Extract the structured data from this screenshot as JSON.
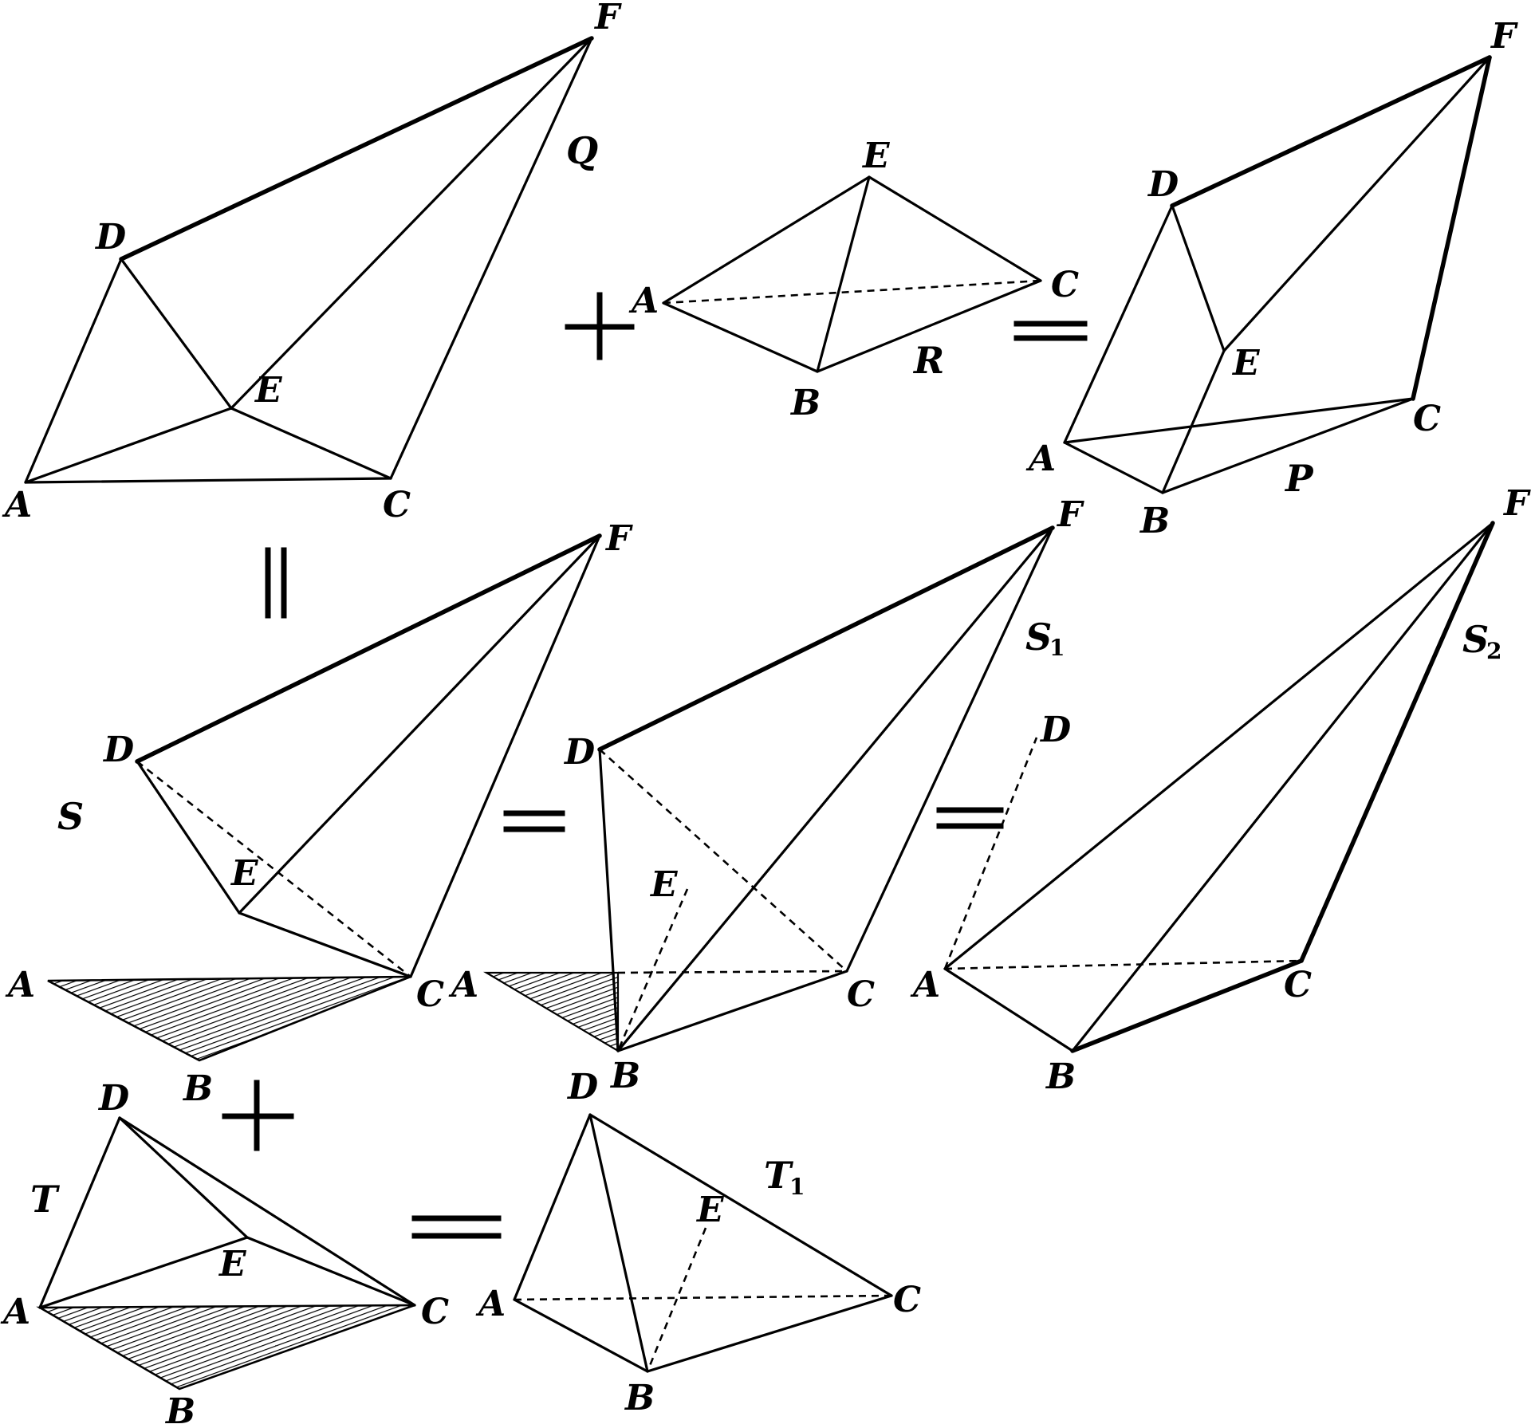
{
  "vertex_labels": {
    "A": "A",
    "B": "B",
    "C": "C",
    "D": "D",
    "E": "E",
    "F": "F"
  },
  "solid_names": {
    "Q": "Q",
    "R": "R",
    "P": "P",
    "S": "S",
    "S1": "S",
    "S1_sub": "1",
    "S2": "S",
    "S2_sub": "2",
    "T": "T",
    "T1": "T",
    "T1_sub": "1"
  },
  "colors": {
    "ink": "#000000",
    "background": "#ffffff"
  }
}
